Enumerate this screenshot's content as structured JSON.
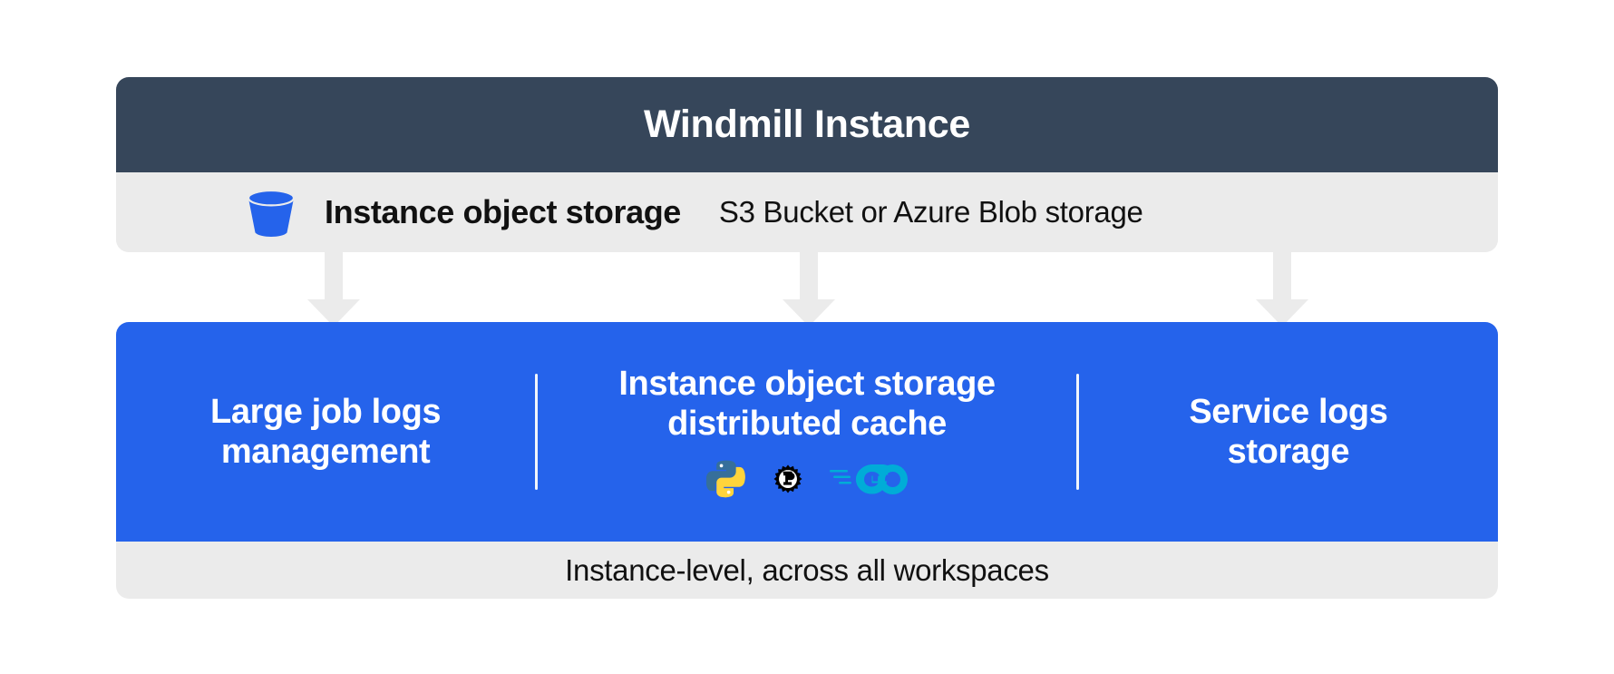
{
  "header": {
    "title": "Windmill Instance"
  },
  "subtitle_row": {
    "icon": "bucket-icon",
    "label": "Instance object storage",
    "detail": "S3 Bucket or Azure Blob storage"
  },
  "arrows": [
    {
      "name": "arrow-to-large-job-logs"
    },
    {
      "name": "arrow-to-distributed-cache"
    },
    {
      "name": "arrow-to-service-logs"
    }
  ],
  "features": [
    {
      "title": "Large job logs\nmanagement",
      "line1": "Large job logs",
      "line2": "management"
    },
    {
      "title": "Instance object storage\ndistributed cache",
      "line1": "Instance object storage",
      "line2": "distributed cache"
    },
    {
      "title": "Service logs\nstorage",
      "line1": "Service logs",
      "line2": "storage"
    }
  ],
  "languages": [
    {
      "name": "python-logo",
      "label": "Python"
    },
    {
      "name": "rust-logo",
      "label": "Rust"
    },
    {
      "name": "go-logo",
      "label": "Go"
    }
  ],
  "footer": {
    "text": "Instance-level, across all workspaces"
  },
  "colors": {
    "header_bg": "#36465a",
    "panel_bg": "#ebebeb",
    "accent_blue": "#2563EB",
    "text_dark": "#111111",
    "text_light": "#ffffff",
    "go_cyan": "#00ACD7",
    "python_blue": "#366F9B",
    "python_yellow": "#FFD43B",
    "rust_black": "#000000"
  }
}
